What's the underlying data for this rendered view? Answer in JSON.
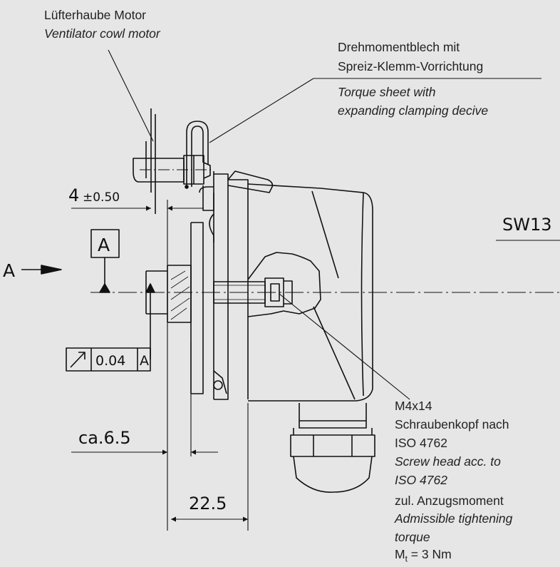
{
  "labels": {
    "fan_cowl_de": "Lüfterhaube Motor",
    "fan_cowl_en": "Ventilator cowl motor",
    "torque_sheet_de_1": "Drehmomentblech mit",
    "torque_sheet_de_2": "Spreiz-Klemm-Vorrichtung",
    "torque_sheet_en_1": "Torque sheet with",
    "torque_sheet_en_2": "expanding clamping decive",
    "screw_1": "M4x14",
    "screw_2": "Schraubenkopf nach",
    "screw_3": "ISO 4762",
    "screw_4": "Screw head acc. to",
    "screw_5": "ISO 4762",
    "screw_6": "zul. Anzugsmoment",
    "screw_7": "Admissible tightening",
    "screw_8": "torque",
    "screw_9_main": "M",
    "screw_9_sub": "t",
    "screw_9_rest": " = 3 Nm"
  },
  "dimensions": {
    "gap_main": "4",
    "gap_tol": "±0.50",
    "wrench_size": "SW13",
    "ca_65": "ca.6.5",
    "d_225": "22.5",
    "datum": "A",
    "view_arrow": "A",
    "runout_value": "0.04",
    "runout_datum": "A"
  }
}
